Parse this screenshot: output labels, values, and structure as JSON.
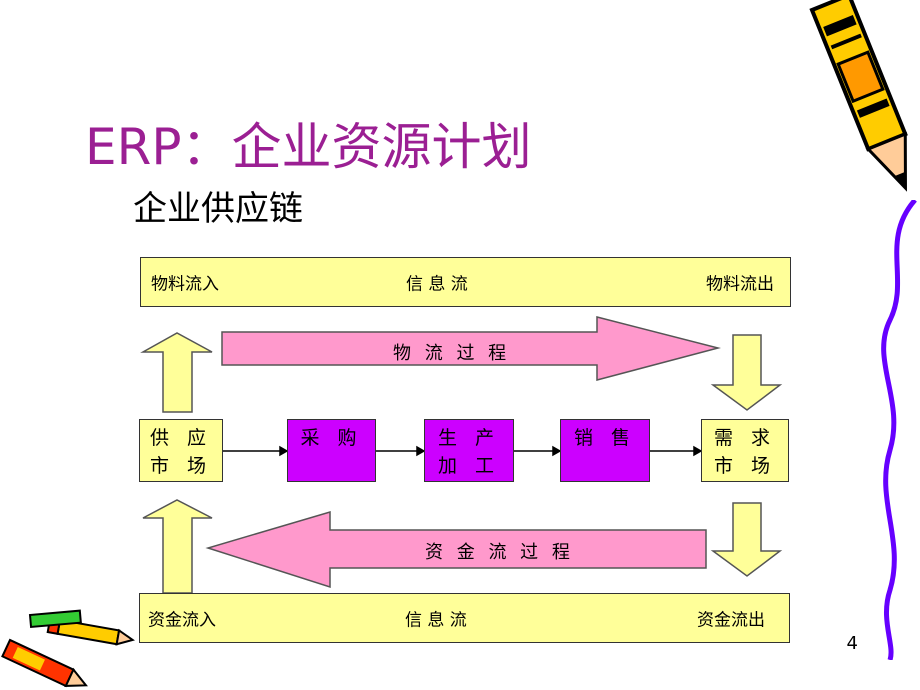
{
  "title": "ERP：企业资源计划",
  "subtitle": "企业供应链",
  "top_bar": {
    "left": "物料流入",
    "center": "信 息 流",
    "right": "物料流出"
  },
  "material_flow_label": "物 流 过 程",
  "capital_flow_label": "资 金 流 过 程",
  "nodes": {
    "supply_market": [
      "供 应",
      "市 场"
    ],
    "purchase": [
      "采 购"
    ],
    "production": [
      "生 产",
      "加 工"
    ],
    "sales": [
      "销 售"
    ],
    "demand_market": [
      "需 求",
      "市 场"
    ]
  },
  "bottom_bar": {
    "left": "资金流入",
    "center": "信 息 流",
    "right": "资金流出"
  },
  "page_number": "4",
  "colors": {
    "title": "#9b1f93",
    "yellow_fill": "#ffff99",
    "purple_fill": "#cc00ff",
    "pink_fill": "#ff99cc"
  }
}
